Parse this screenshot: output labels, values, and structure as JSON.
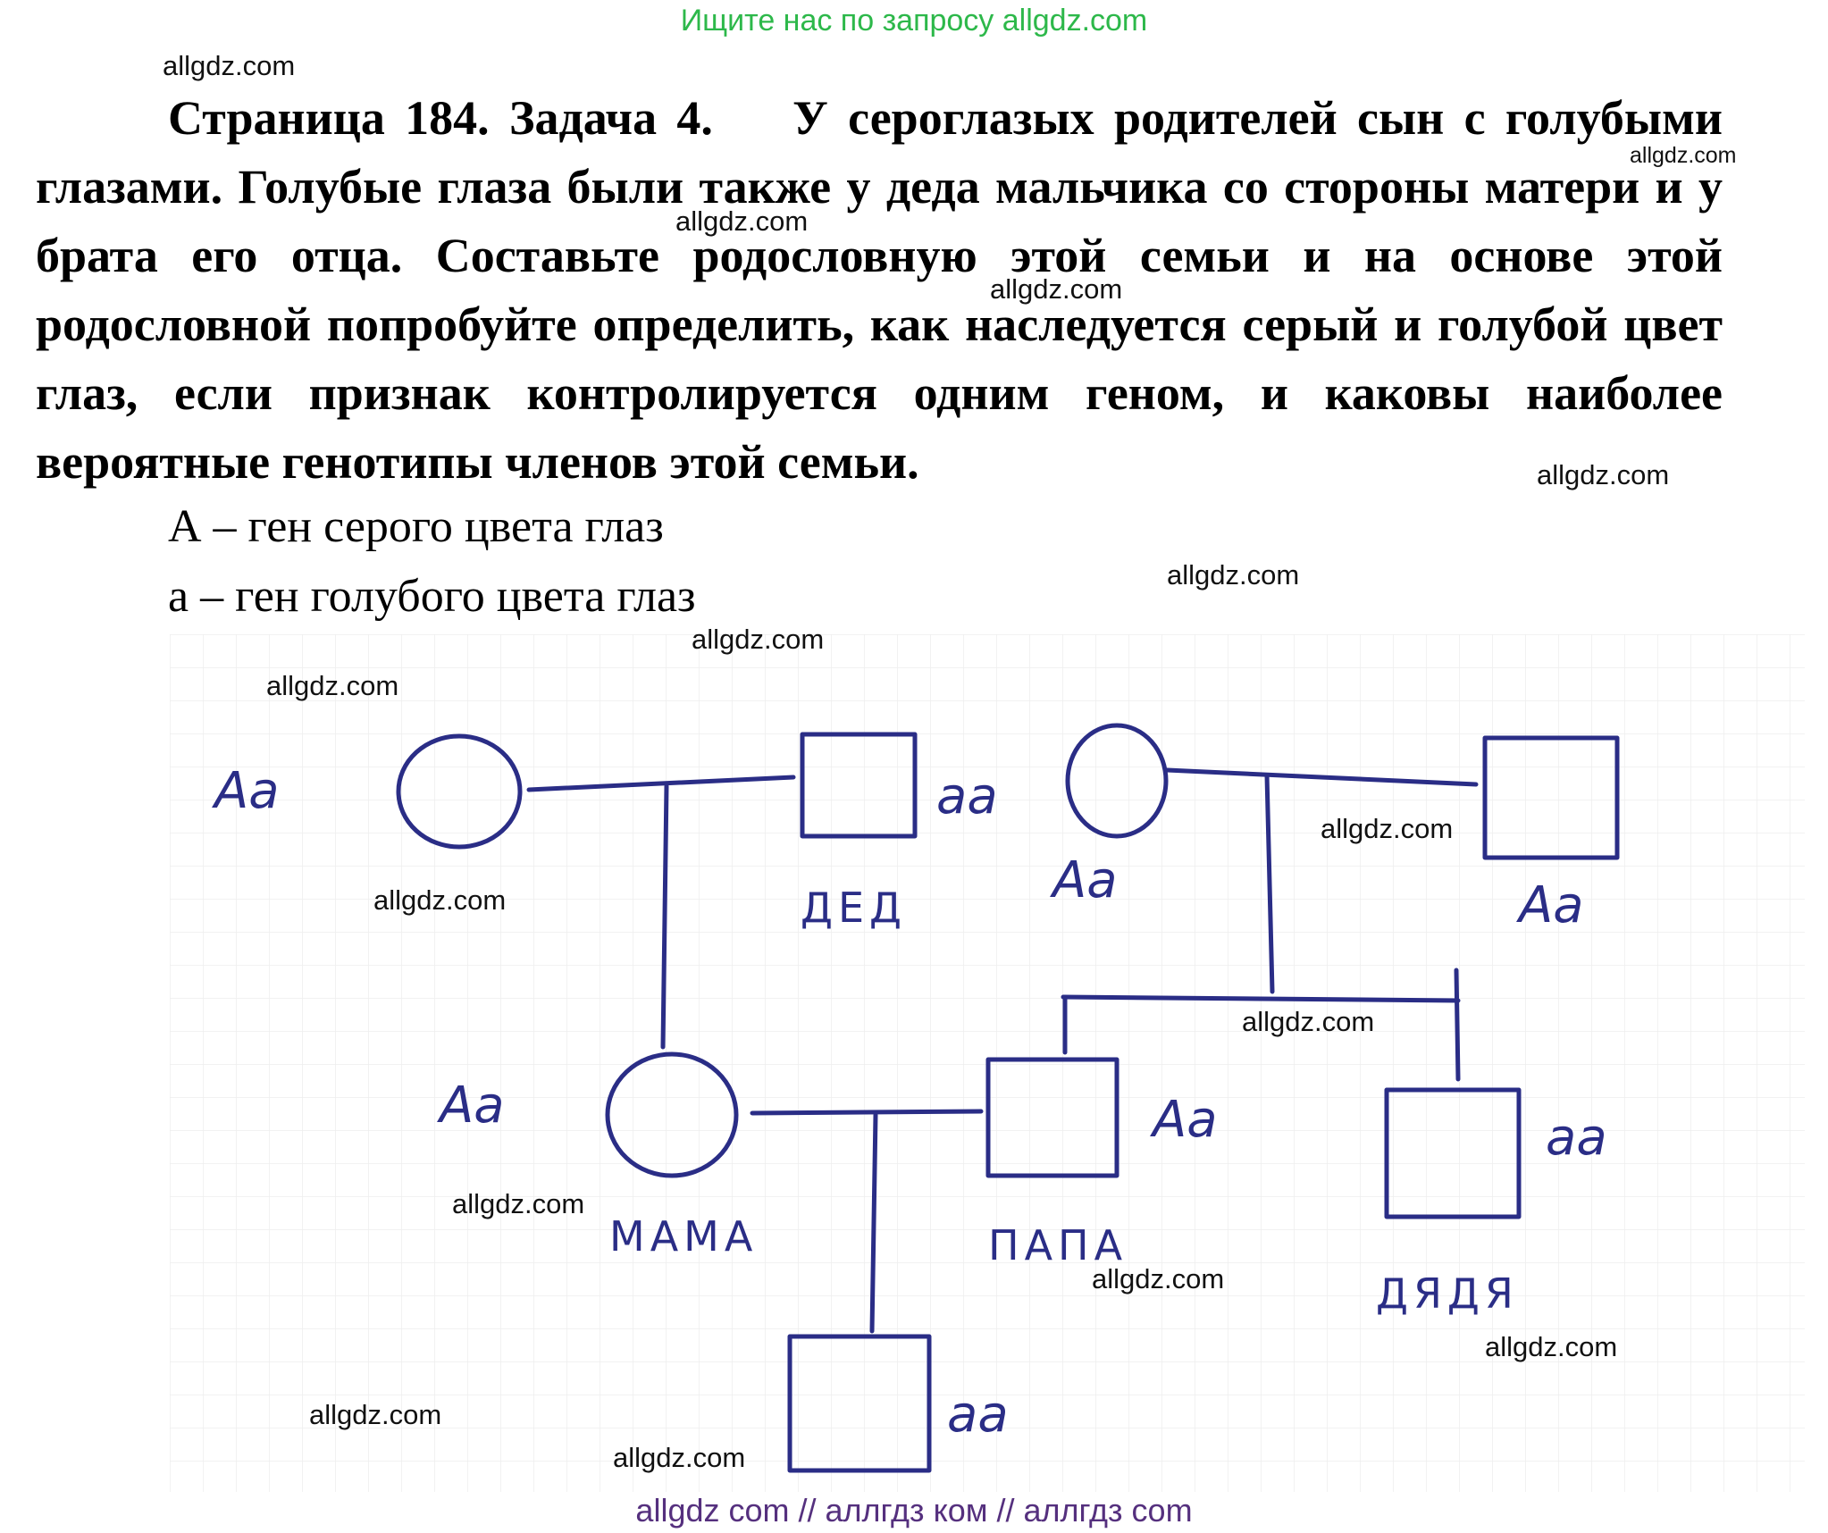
{
  "top_banner": "Ищите нас по запросу allgdz.com",
  "task": {
    "heading": "Страница 184. Задача 4.",
    "text": "У сероглазых родителей сын с голубыми глазами. Голубые глаза были также у деда мальчика со стороны матери и у брата его отца. Составьте родословную этой семьи и на основе этой родословной попробуйте определить, как наследуется серый и голубой цвет глаз, если признак контролируется одним геном, и каковы наиболее вероятные генотипы членов этой семьи."
  },
  "legend": {
    "dominant": "А – ген серого цвета глаз",
    "recessive": "а – ген голубого цвета глаз"
  },
  "pedigree": {
    "grandmother_maternal": {
      "genotype": "Aa"
    },
    "grandfather_maternal": {
      "genotype": "aa",
      "label": "ДЕД"
    },
    "grandmother_paternal": {
      "genotype": "Aa"
    },
    "grandfather_paternal": {
      "genotype": "Aa"
    },
    "mother": {
      "genotype": "Aa",
      "label": "МАМА"
    },
    "father": {
      "genotype": "Aa",
      "label": "ПАПА"
    },
    "uncle": {
      "genotype": "aa",
      "label": "ДЯДЯ"
    },
    "son": {
      "genotype": "aa"
    }
  },
  "watermark": "allgdz.com",
  "footer": "allgdz com  //  аллгдз ком  //  аллгдз com",
  "colors": {
    "banner": "#2db84a",
    "ink": "#2a2d86",
    "footer": "#55307e",
    "grid": "#eeeeee"
  }
}
